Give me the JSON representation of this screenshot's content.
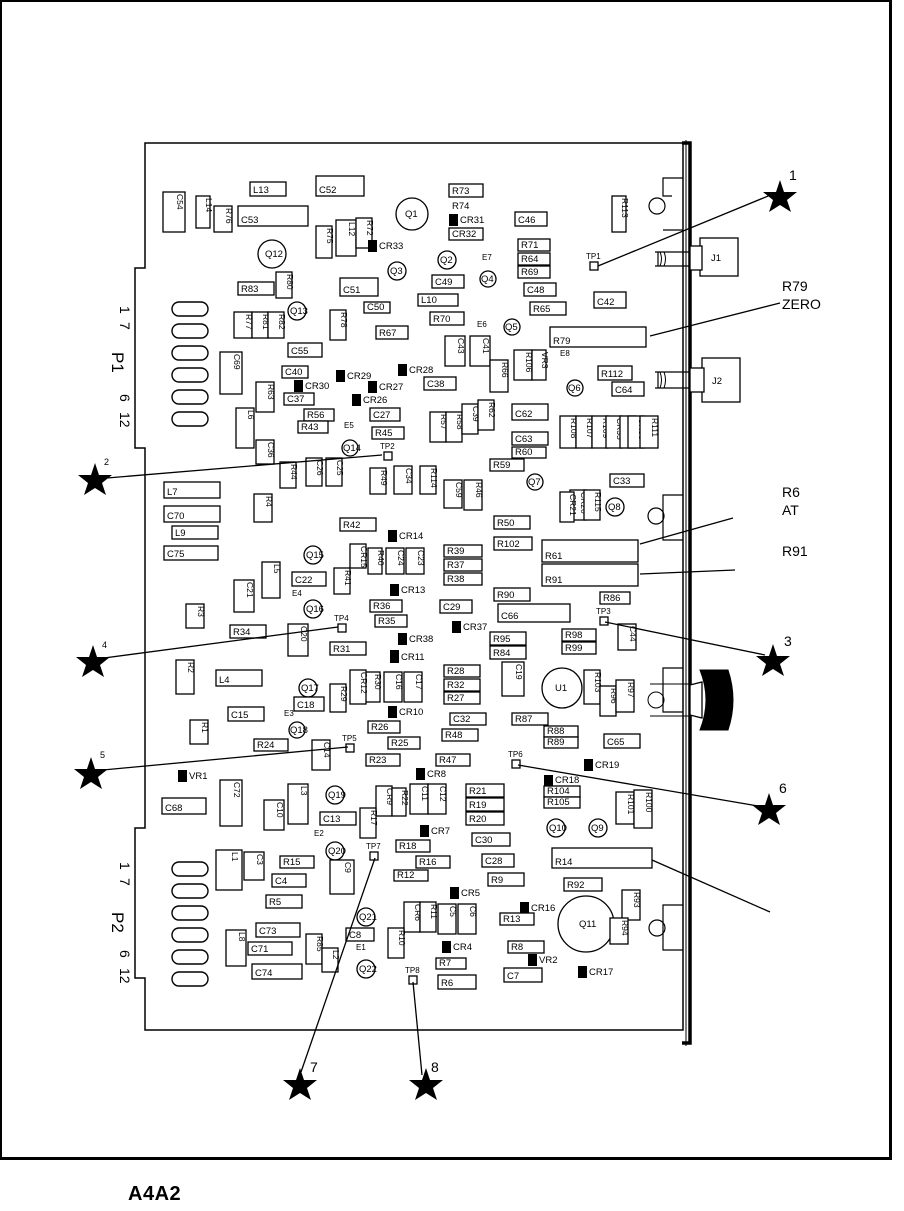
{
  "caption": "A4A2",
  "connectors": {
    "p1": {
      "label": "P1",
      "pin_start": "1",
      "pin_next": "7",
      "pin_end": "12",
      "pin_last": "6"
    },
    "p2": {
      "label": "P2",
      "pin_start": "1",
      "pin_next": "7",
      "pin_end": "12",
      "pin_last": "6"
    }
  },
  "callouts": [
    {
      "id": "cp1",
      "label": "1"
    },
    {
      "id": "cp2",
      "label": "2"
    },
    {
      "id": "cp3",
      "label": "3"
    },
    {
      "id": "cp4",
      "label": "4"
    },
    {
      "id": "cp5",
      "label": "5"
    },
    {
      "id": "cp6",
      "label": "6"
    },
    {
      "id": "cp7",
      "label": "7"
    },
    {
      "id": "cp8",
      "label": "8"
    }
  ],
  "side_labels": [
    {
      "id": "r79",
      "lines": [
        "R79",
        "ZERO"
      ]
    },
    {
      "id": "r61",
      "lines": [
        "R6",
        "AT"
      ]
    },
    {
      "id": "r91",
      "lines": [
        "R91"
      ]
    }
  ],
  "components": [
    "L13",
    "C52",
    "R73",
    "R74",
    "CR31",
    "CR32",
    "C46",
    "R113",
    "C54",
    "L14",
    "R76",
    "C53",
    "Q1",
    "R75",
    "L12",
    "R72",
    "CR33",
    "R71",
    "R64",
    "R69",
    "Q12",
    "R80",
    "Q3",
    "Q2",
    "E7",
    "Q4",
    "TP1",
    "J1",
    "R83",
    "C51",
    "C49",
    "C48",
    "C50",
    "L10",
    "R65",
    "C42",
    "R77",
    "R81",
    "R82",
    "Q13",
    "R78",
    "R70",
    "E6",
    "Q5",
    "R67",
    "R79",
    "C55",
    "C43",
    "C41",
    "R106",
    "VR3",
    "C69",
    "CR28",
    "R66",
    "E8",
    "Q6",
    "R112",
    "C64",
    "J2",
    "C40",
    "CR29",
    "CR30",
    "CR27",
    "C38",
    "C37",
    "CR26",
    "R63",
    "R56",
    "C27",
    "C62",
    "R43",
    "R45",
    "R57",
    "R58",
    "C39",
    "R62",
    "R108",
    "R107",
    "R109",
    "CR35",
    "R110",
    "CR36",
    "R111",
    "L6",
    "E5",
    "Q14",
    "C36",
    "C63",
    "TP2",
    "R60",
    "R59",
    "Q7",
    "R44",
    "C26",
    "C25",
    "R49",
    "C34",
    "R114",
    "C33",
    "C59",
    "R46",
    "CR20",
    "CR21",
    "R115",
    "Q8",
    "L7",
    "R4",
    "C70",
    "R50",
    "L9",
    "R42",
    "CR14",
    "R102",
    "R61",
    "C75",
    "CR15",
    "R40",
    "C24",
    "C23",
    "R39",
    "R37",
    "Q15",
    "R38",
    "R91",
    "L5",
    "C22",
    "R41",
    "C21",
    "CR13",
    "R90",
    "E4",
    "Q16",
    "R86",
    "R36",
    "C29",
    "C66",
    "TP4",
    "TP3",
    "R3",
    "R35",
    "CR37",
    "R34",
    "C20",
    "CR38",
    "R95",
    "R98",
    "C44",
    "R84",
    "R99",
    "R31",
    "CR11",
    "R2",
    "L4",
    "R28",
    "R32",
    "R27",
    "C19",
    "U1",
    "R103",
    "R96",
    "R97",
    "Q17",
    "R29",
    "R30",
    "CR12",
    "C16",
    "C17",
    "C18",
    "C15",
    "CR10",
    "R87",
    "E3",
    "Q18",
    "R26",
    "C32",
    "R1",
    "R88",
    "R48",
    "R89",
    "C65",
    "R24",
    "TP5",
    "R25",
    "C14",
    "R23",
    "R47",
    "TP6",
    "CR19",
    "CR8",
    "VR1",
    "C72",
    "CR18",
    "R21",
    "R104",
    "R105",
    "C68",
    "Q19",
    "CR9",
    "R22",
    "C11",
    "C12",
    "R19",
    "R101",
    "R100",
    "L3",
    "C10",
    "C13",
    "R17",
    "R20",
    "Q10",
    "Q9",
    "CR7",
    "E2",
    "C30",
    "R18",
    "Q20",
    "R14",
    "TP7",
    "R16",
    "C28",
    "R15",
    "C3",
    "L1",
    "C9",
    "C4",
    "R12",
    "R9",
    "CR5",
    "R92",
    "R5",
    "C73",
    "Q21",
    "CR6",
    "R11",
    "C5",
    "C6",
    "CR16",
    "R13",
    "Q11",
    "R93",
    "R94",
    "C8",
    "R10",
    "C71",
    "R85",
    "L8",
    "L2",
    "E1",
    "CR4",
    "R8",
    "Q22",
    "VR2",
    "C74",
    "R7",
    "TP8",
    "C7",
    "CR17",
    "R6"
  ]
}
